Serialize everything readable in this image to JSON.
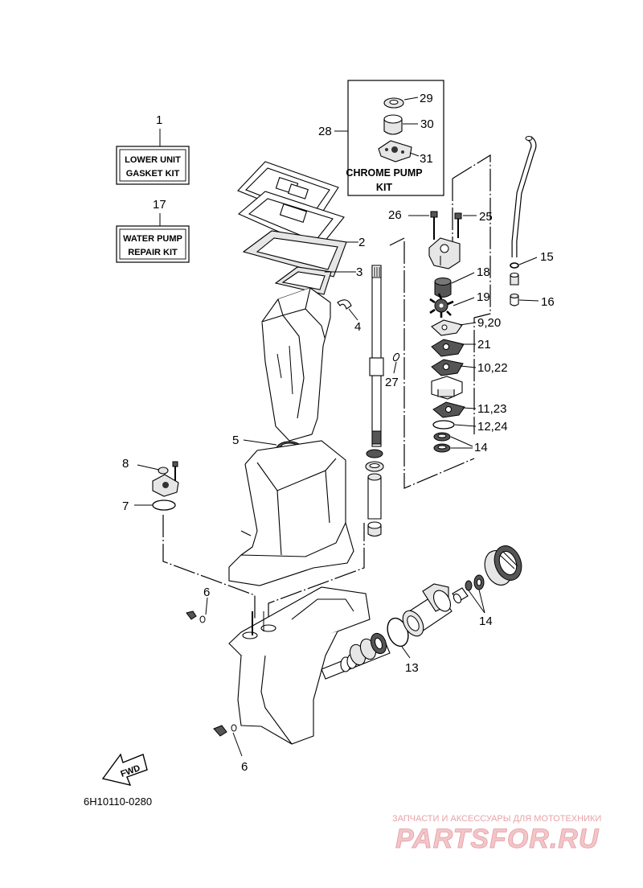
{
  "kits": {
    "gasket": {
      "ref": "1",
      "line1": "LOWER UNIT",
      "line2": "GASKET KIT"
    },
    "water_pump": {
      "ref": "17",
      "line1": "WATER PUMP",
      "line2": "REPAIR KIT"
    },
    "chrome_pump": {
      "ref": "28",
      "line1": "CHROME PUMP",
      "line2": "KIT"
    }
  },
  "callouts": {
    "c2": "2",
    "c3": "3",
    "c4": "4",
    "c5": "5",
    "c6a": "6",
    "c6b": "6",
    "c7": "7",
    "c8": "8",
    "c13": "13",
    "c14a": "14",
    "c14b": "14",
    "c15": "15",
    "c16": "16",
    "c18": "18",
    "c19": "19",
    "c9_20": "9,20",
    "c21": "21",
    "c10_22": "10,22",
    "c11_23": "11,23",
    "c12_24": "12,24",
    "c25": "25",
    "c26": "26",
    "c27": "27",
    "c29": "29",
    "c30": "30",
    "c31": "31"
  },
  "fwd_label": "FWD",
  "diagram_code": "6H10110-0280",
  "watermark": {
    "tagline": "ЗАПЧАСТИ И АКСЕССУАРЫ ДЛЯ МОТОТЕХНИКИ",
    "brand": "PARTSFOR.RU"
  }
}
